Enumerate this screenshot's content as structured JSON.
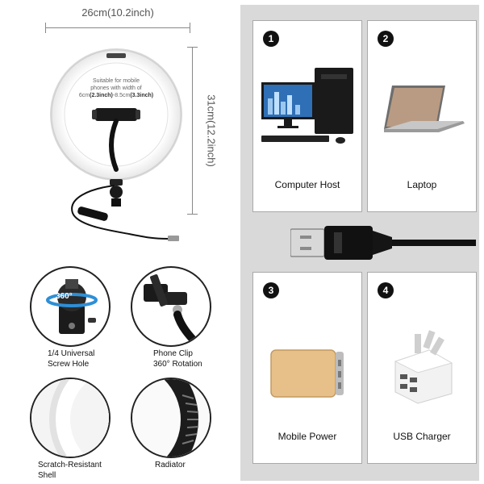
{
  "dimensions": {
    "width_label": "26cm(10.2inch)",
    "height_label": "31cm(12.2inch)"
  },
  "ring_note": {
    "line1": "Suitable for mobile",
    "line2": "phones with width of",
    "line3_prefix": "6cm",
    "line3_b1": "(2.3inch)",
    "line3_mid": "-8.5cm",
    "line3_b2": "(3.3inch)"
  },
  "features": [
    {
      "line1": "1/4 Universal",
      "line2": "Screw Hole",
      "badge": "360°"
    },
    {
      "line1": "Phone Clip",
      "line2": "360° Rotation"
    },
    {
      "line1": "Scratch-Resistant",
      "line2": "Shell"
    },
    {
      "line1": "Radiator",
      "line2": ""
    }
  ],
  "cards": [
    {
      "number": "1",
      "label": "Computer Host",
      "icon": "desktop-computer-icon"
    },
    {
      "number": "2",
      "label": "Laptop",
      "icon": "laptop-icon"
    },
    {
      "number": "3",
      "label": "Mobile Power",
      "icon": "power-bank-icon"
    },
    {
      "number": "4",
      "label": "USB Charger",
      "icon": "usb-charger-icon"
    }
  ],
  "colors": {
    "panel_bg": "#d9d9d9",
    "card_border": "#a9a9a9",
    "badge_bg": "#111111",
    "ring_light": "#ffffff",
    "power_bank": "#e7c089"
  }
}
